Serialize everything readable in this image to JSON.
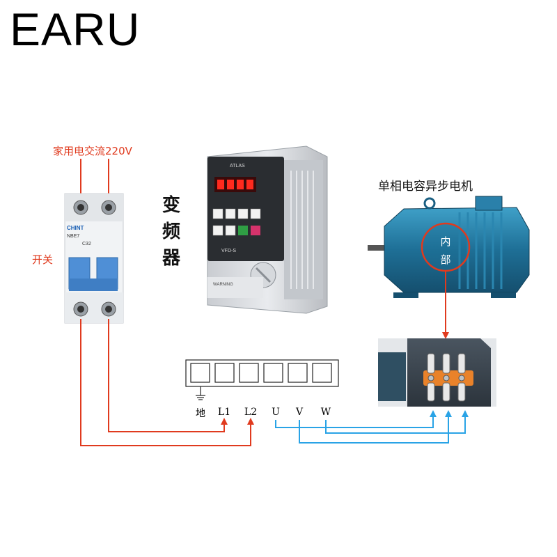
{
  "brand": "EARU",
  "labels": {
    "power_source": "家用电交流220V",
    "switch": "开关",
    "inverter": [
      "变",
      "频",
      "器"
    ],
    "motor": "单相电容异步电机",
    "motor_internal": [
      "内",
      "部"
    ]
  },
  "breaker": {
    "brand": "CHINT",
    "model": "NBE7",
    "rating": "C32"
  },
  "inverter_panel": {
    "brand": "ATLAS",
    "model": "VFD-S",
    "warning": "WARNING"
  },
  "terminals": [
    {
      "label": "地"
    },
    {
      "label": "L1"
    },
    {
      "label": "L2"
    },
    {
      "label": "U"
    },
    {
      "label": "V"
    },
    {
      "label": "W"
    }
  ],
  "colors": {
    "power_wire": "#e03a1e",
    "motor_wire": "#29a3e6",
    "callout": "#e03a1e"
  }
}
